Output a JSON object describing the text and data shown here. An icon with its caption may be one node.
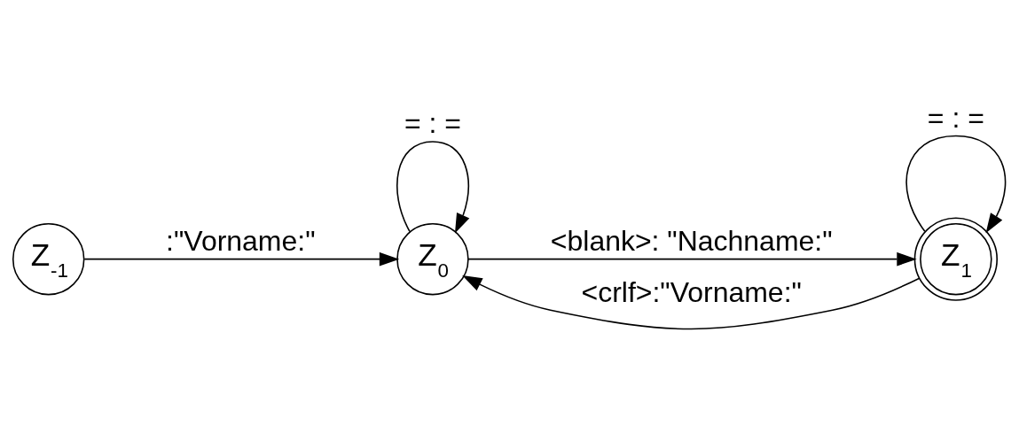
{
  "diagram": {
    "nodes": [
      {
        "text": [
          "Z$_{0}$"
        ]
      },
      {
        "text": [
          "Z$_{1}$"
        ]
      },
      {
        "text": [
          "Z$_{-1}$"
        ]
      }
    ],
    "edges": [
      {
        "from": 0,
        "to": 0,
        "arrow": "to",
        "label": "= : ="
      },
      {
        "from": 0,
        "to": 1,
        "arrow": "to",
        "label": "<blank>: \"Nachname:\""
      },
      {
        "from": 1,
        "to": 1,
        "arrow": "to",
        "label": "= : ="
      },
      {
        "from": 1,
        "to": 0,
        "arrow": "to",
        "label": "<crlf>:\"Vorname:\""
      },
      {
        "from": 2,
        "to": 0,
        "arrow": "to",
        "label": ":\"Vorname:\""
      }
    ]
  }
}
